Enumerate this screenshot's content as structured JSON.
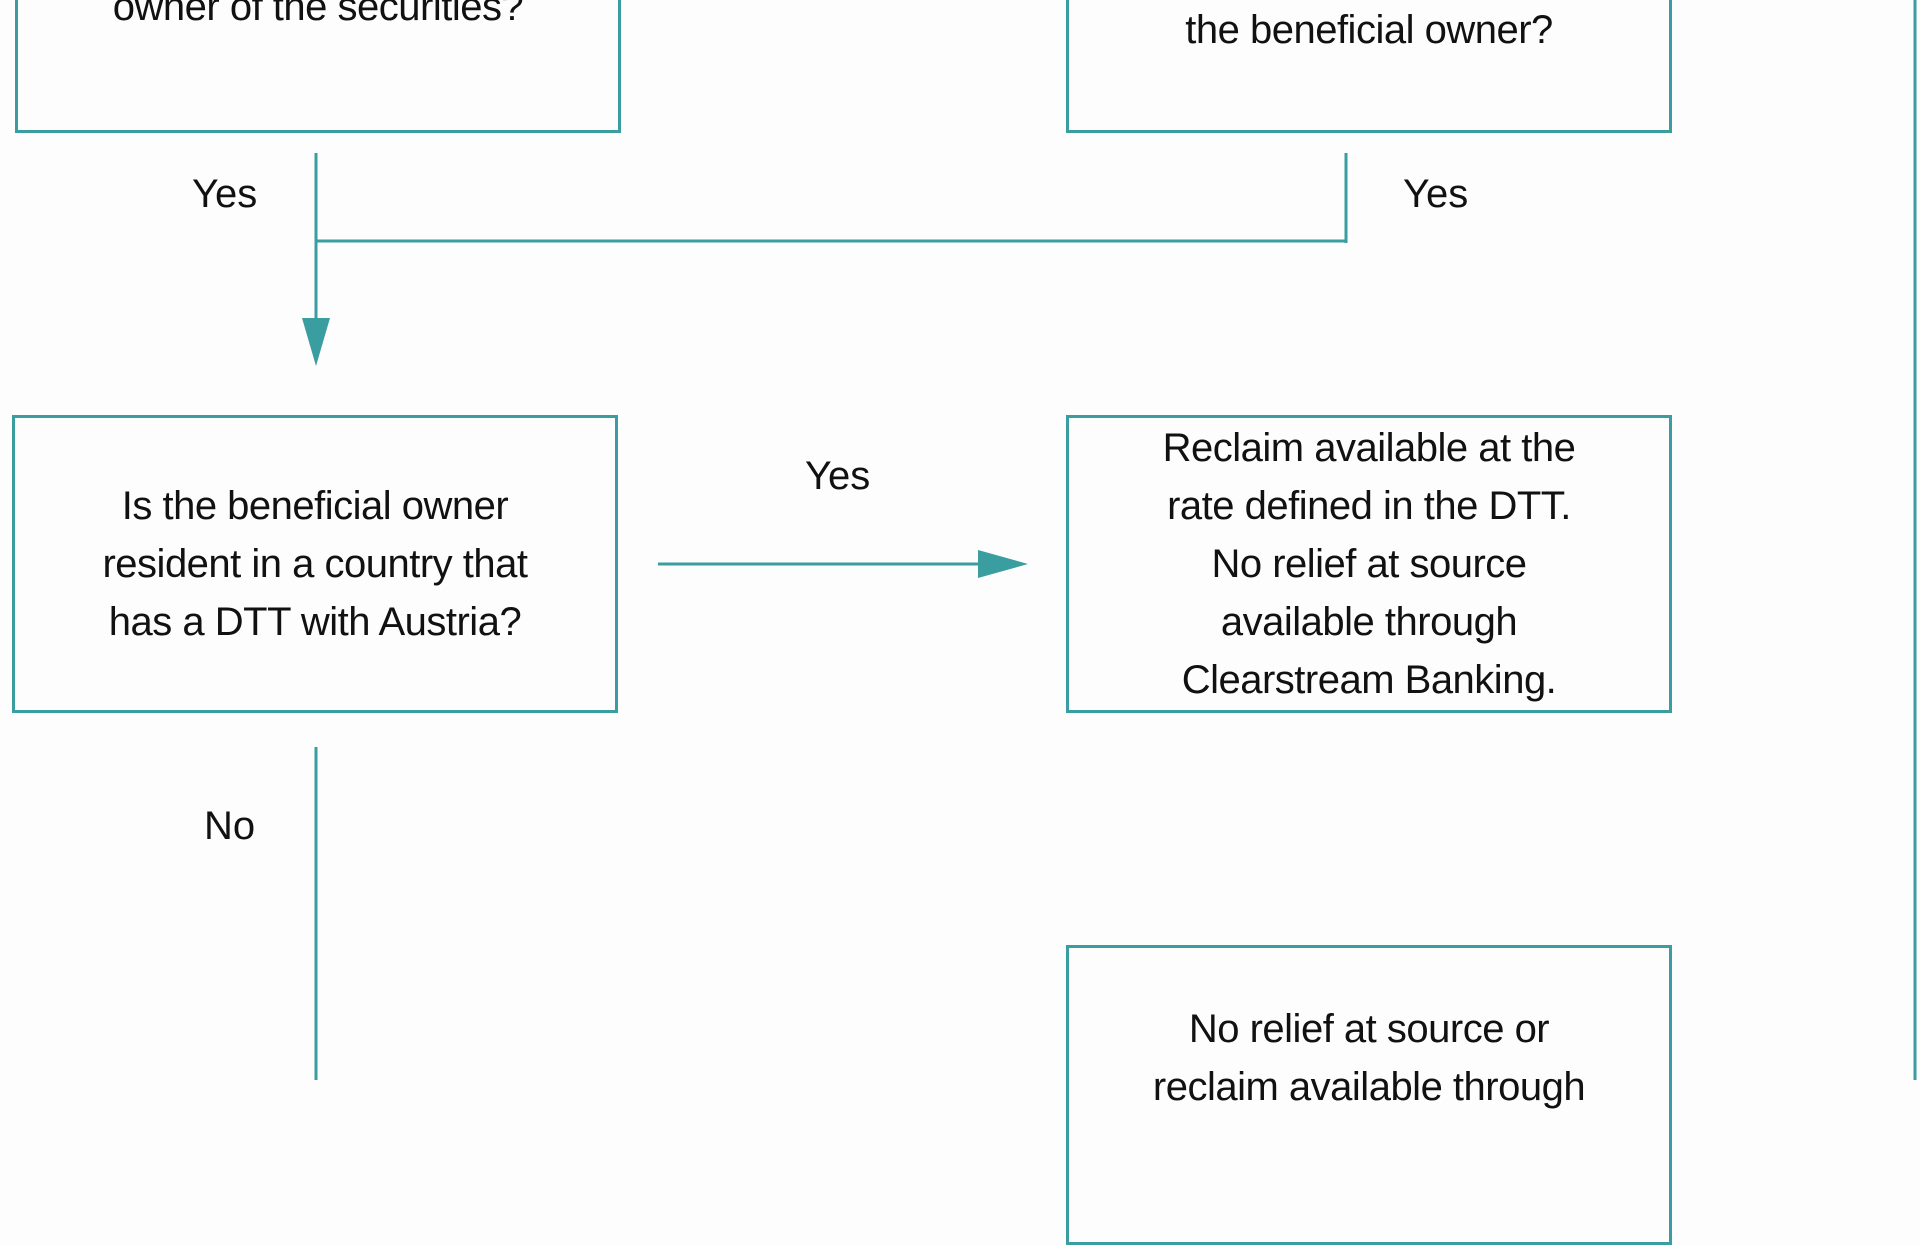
{
  "diagram": {
    "line_color": "#3a9d9f",
    "nodes": {
      "top_left": {
        "lines": [
          "owner of the securities?"
        ]
      },
      "top_right": {
        "lines": [
          "the beneficial owner?"
        ]
      },
      "dtt_question": {
        "lines": [
          "Is the beneficial owner",
          "resident in a country that",
          "has a DTT with Austria?"
        ]
      },
      "reclaim_dtt": {
        "lines": [
          "Reclaim available at the",
          "rate defined in the DTT.",
          "No relief at source",
          "available through",
          "Clearstream Banking."
        ]
      },
      "no_relief": {
        "lines": [
          "No relief at source or",
          "reclaim available through"
        ]
      }
    },
    "edge_labels": {
      "top_left_yes": "Yes",
      "top_right_yes": "Yes",
      "dtt_yes": "Yes",
      "dtt_no": "No"
    }
  }
}
